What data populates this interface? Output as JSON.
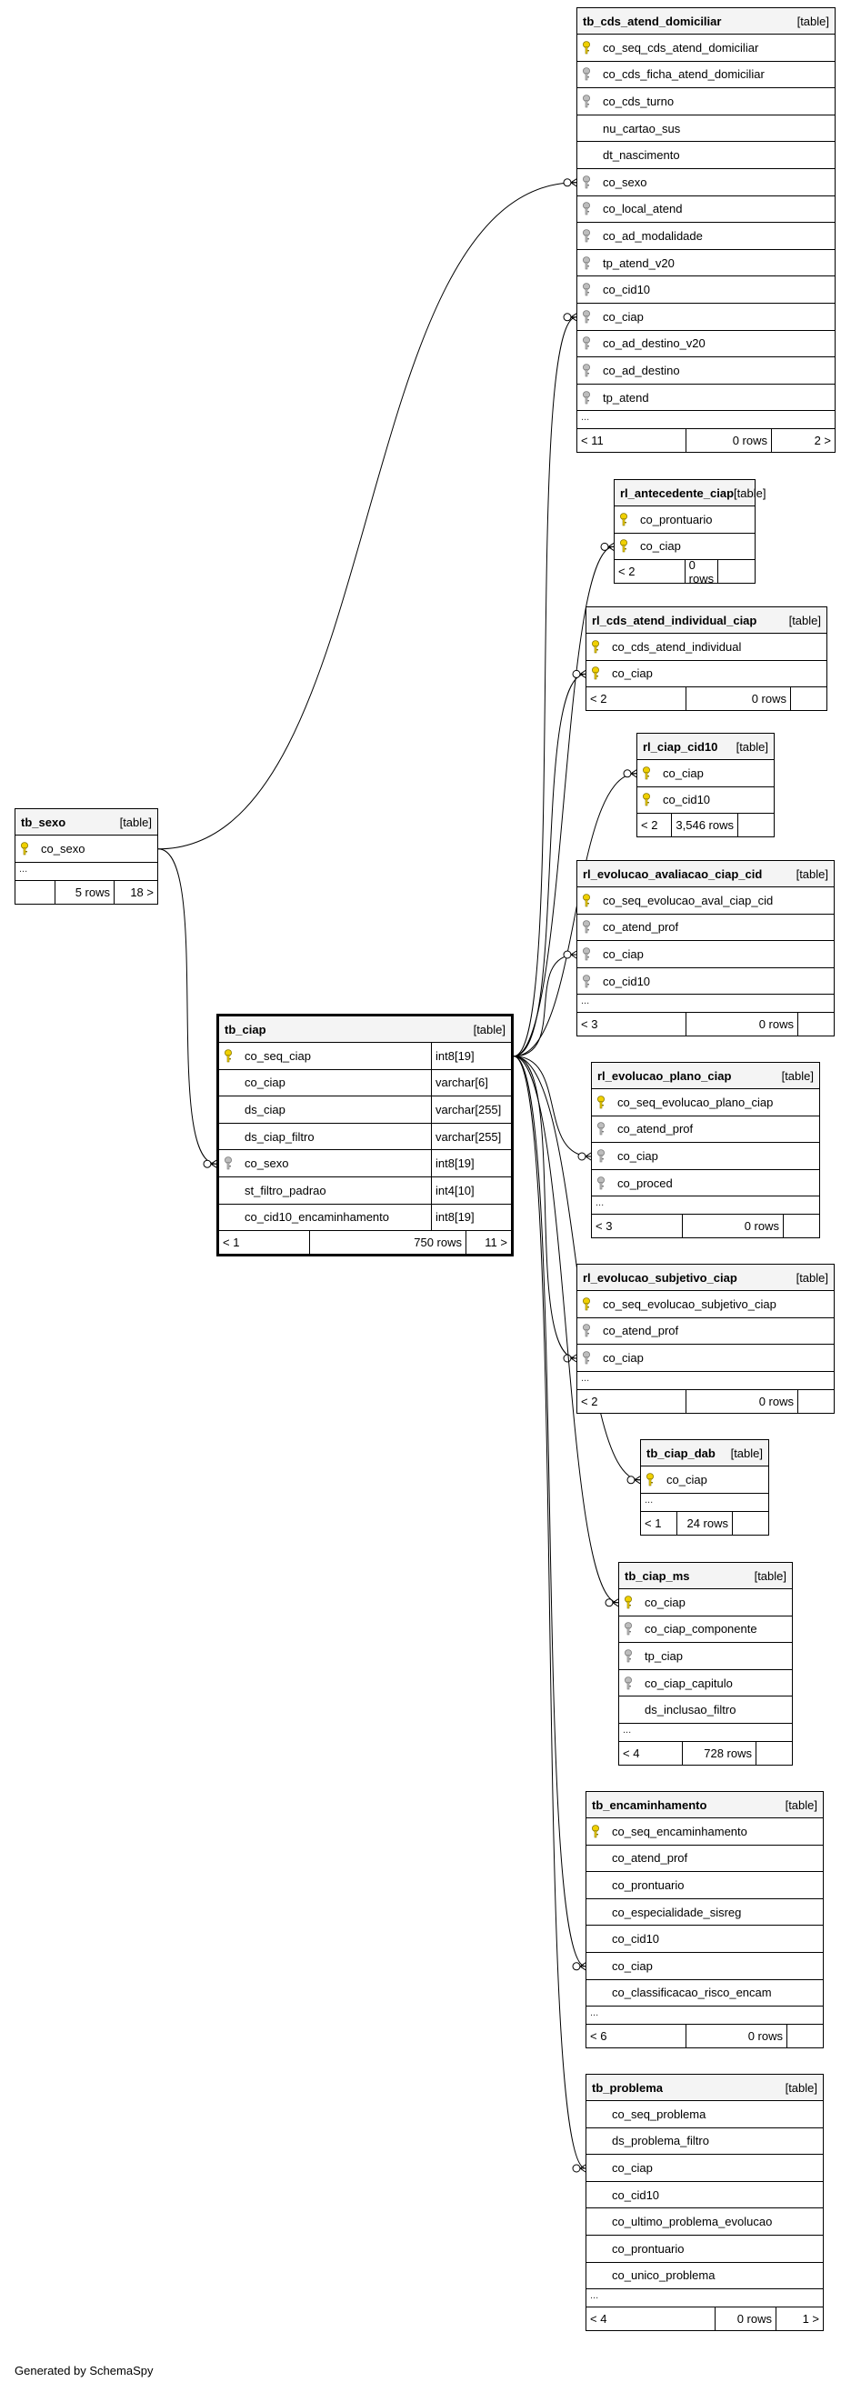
{
  "diagram": {
    "footer": "Generated by SchemaSpy"
  },
  "tables": [
    {
      "id": "tb_cds_atend_domiciliar",
      "name": "tb_cds_atend_domiciliar",
      "type_label": "[table]",
      "columns": [
        {
          "name": "co_seq_cds_atend_domiciliar",
          "key": "pk"
        },
        {
          "name": "co_cds_ficha_atend_domiciliar",
          "key": "fk"
        },
        {
          "name": "co_cds_turno",
          "key": "fk"
        },
        {
          "name": "nu_cartao_sus",
          "key": ""
        },
        {
          "name": "dt_nascimento",
          "key": ""
        },
        {
          "name": "co_sexo",
          "key": "fk"
        },
        {
          "name": "co_local_atend",
          "key": "fk"
        },
        {
          "name": "co_ad_modalidade",
          "key": "fk"
        },
        {
          "name": "tp_atend_v20",
          "key": "fk"
        },
        {
          "name": "co_cid10",
          "key": "fk"
        },
        {
          "name": "co_ciap",
          "key": "fk"
        },
        {
          "name": "co_ad_destino_v20",
          "key": "fk"
        },
        {
          "name": "co_ad_destino",
          "key": "fk"
        },
        {
          "name": "tp_atend",
          "key": "fk"
        }
      ],
      "ellipsis": "...",
      "footer": {
        "left": "< 11",
        "rows": "0 rows",
        "right": "2 >"
      }
    },
    {
      "id": "rl_antecedente_ciap",
      "name": "rl_antecedente_ciap",
      "type_label": "[table]",
      "columns": [
        {
          "name": "co_prontuario",
          "key": "pk"
        },
        {
          "name": "co_ciap",
          "key": "pk"
        }
      ],
      "ellipsis": "",
      "footer": {
        "left": "< 2",
        "rows": "0 rows",
        "right": ""
      }
    },
    {
      "id": "rl_cds_atend_individual_ciap",
      "name": "rl_cds_atend_individual_ciap",
      "type_label": "[table]",
      "columns": [
        {
          "name": "co_cds_atend_individual",
          "key": "pk"
        },
        {
          "name": "co_ciap",
          "key": "pk"
        }
      ],
      "ellipsis": "",
      "footer": {
        "left": "< 2",
        "rows": "0 rows",
        "right": ""
      }
    },
    {
      "id": "rl_ciap_cid10",
      "name": "rl_ciap_cid10",
      "type_label": "[table]",
      "columns": [
        {
          "name": "co_ciap",
          "key": "pk"
        },
        {
          "name": "co_cid10",
          "key": "pk"
        }
      ],
      "ellipsis": "",
      "footer": {
        "left": "< 2",
        "rows": "3,546 rows",
        "right": ""
      }
    },
    {
      "id": "rl_evolucao_avaliacao_ciap_cid",
      "name": "rl_evolucao_avaliacao_ciap_cid",
      "type_label": "[table]",
      "columns": [
        {
          "name": "co_seq_evolucao_aval_ciap_cid",
          "key": "pk"
        },
        {
          "name": "co_atend_prof",
          "key": "fk"
        },
        {
          "name": "co_ciap",
          "key": "fk"
        },
        {
          "name": "co_cid10",
          "key": "fk"
        }
      ],
      "ellipsis": "...",
      "footer": {
        "left": "< 3",
        "rows": "0 rows",
        "right": ""
      }
    },
    {
      "id": "rl_evolucao_plano_ciap",
      "name": "rl_evolucao_plano_ciap",
      "type_label": "[table]",
      "columns": [
        {
          "name": "co_seq_evolucao_plano_ciap",
          "key": "pk"
        },
        {
          "name": "co_atend_prof",
          "key": "fk"
        },
        {
          "name": "co_ciap",
          "key": "fk"
        },
        {
          "name": "co_proced",
          "key": "fk"
        }
      ],
      "ellipsis": "...",
      "footer": {
        "left": "< 3",
        "rows": "0 rows",
        "right": ""
      }
    },
    {
      "id": "rl_evolucao_subjetivo_ciap",
      "name": "rl_evolucao_subjetivo_ciap",
      "type_label": "[table]",
      "columns": [
        {
          "name": "co_seq_evolucao_subjetivo_ciap",
          "key": "pk"
        },
        {
          "name": "co_atend_prof",
          "key": "fk"
        },
        {
          "name": "co_ciap",
          "key": "fk"
        }
      ],
      "ellipsis": "...",
      "footer": {
        "left": "< 2",
        "rows": "0 rows",
        "right": ""
      }
    },
    {
      "id": "tb_ciap_dab",
      "name": "tb_ciap_dab",
      "type_label": "[table]",
      "columns": [
        {
          "name": "co_ciap",
          "key": "pk"
        }
      ],
      "ellipsis": "...",
      "footer": {
        "left": "< 1",
        "rows": "24 rows",
        "right": ""
      }
    },
    {
      "id": "tb_ciap_ms",
      "name": "tb_ciap_ms",
      "type_label": "[table]",
      "columns": [
        {
          "name": "co_ciap",
          "key": "pk"
        },
        {
          "name": "co_ciap_componente",
          "key": "fk"
        },
        {
          "name": "tp_ciap",
          "key": "fk"
        },
        {
          "name": "co_ciap_capitulo",
          "key": "fk"
        },
        {
          "name": "ds_inclusao_filtro",
          "key": ""
        }
      ],
      "ellipsis": "...",
      "footer": {
        "left": "< 4",
        "rows": "728 rows",
        "right": ""
      }
    },
    {
      "id": "tb_encaminhamento",
      "name": "tb_encaminhamento",
      "type_label": "[table]",
      "columns": [
        {
          "name": "co_seq_encaminhamento",
          "key": "pk"
        },
        {
          "name": "co_atend_prof",
          "key": ""
        },
        {
          "name": "co_prontuario",
          "key": ""
        },
        {
          "name": "co_especialidade_sisreg",
          "key": ""
        },
        {
          "name": "co_cid10",
          "key": ""
        },
        {
          "name": "co_ciap",
          "key": ""
        },
        {
          "name": "co_classificacao_risco_encam",
          "key": ""
        }
      ],
      "ellipsis": "...",
      "footer": {
        "left": "< 6",
        "rows": "0 rows",
        "right": ""
      }
    },
    {
      "id": "tb_problema",
      "name": "tb_problema",
      "type_label": "[table]",
      "columns": [
        {
          "name": "co_seq_problema",
          "key": ""
        },
        {
          "name": "ds_problema_filtro",
          "key": ""
        },
        {
          "name": "co_ciap",
          "key": ""
        },
        {
          "name": "co_cid10",
          "key": ""
        },
        {
          "name": "co_ultimo_problema_evolucao",
          "key": ""
        },
        {
          "name": "co_prontuario",
          "key": ""
        },
        {
          "name": "co_unico_problema",
          "key": ""
        }
      ],
      "ellipsis": "...",
      "footer": {
        "left": "< 4",
        "rows": "0 rows",
        "right": "1 >"
      }
    },
    {
      "id": "tb_sexo",
      "name": "tb_sexo",
      "type_label": "[table]",
      "columns": [
        {
          "name": "co_sexo",
          "key": "pk"
        }
      ],
      "ellipsis": "...",
      "footer": {
        "left": "",
        "rows": "5 rows",
        "right": "18 >"
      }
    },
    {
      "id": "tb_ciap",
      "name": "tb_ciap",
      "type_label": "[table]",
      "focus": true,
      "columns": [
        {
          "name": "co_seq_ciap",
          "key": "pk",
          "type": "int8[19]"
        },
        {
          "name": "co_ciap",
          "key": "",
          "type": "varchar[6]"
        },
        {
          "name": "ds_ciap",
          "key": "",
          "type": "varchar[255]"
        },
        {
          "name": "ds_ciap_filtro",
          "key": "",
          "type": "varchar[255]"
        },
        {
          "name": "co_sexo",
          "key": "fk",
          "type": "int8[19]"
        },
        {
          "name": "st_filtro_padrao",
          "key": "",
          "type": "int4[10]"
        },
        {
          "name": "co_cid10_encaminhamento",
          "key": "",
          "type": "int8[19]"
        }
      ],
      "ellipsis": "",
      "footer": {
        "left": "< 1",
        "rows": "750 rows",
        "right": "11 >"
      }
    }
  ],
  "relationships": [
    {
      "from": "tb_sexo.co_sexo",
      "to": "tb_cds_atend_domiciliar.co_sexo"
    },
    {
      "from": "tb_sexo.co_sexo",
      "to": "tb_ciap.co_sexo"
    },
    {
      "from": "tb_ciap.co_seq_ciap",
      "to": "tb_cds_atend_domiciliar.co_ciap"
    },
    {
      "from": "tb_ciap.co_seq_ciap",
      "to": "rl_antecedente_ciap.co_ciap"
    },
    {
      "from": "tb_ciap.co_seq_ciap",
      "to": "rl_cds_atend_individual_ciap.co_ciap"
    },
    {
      "from": "tb_ciap.co_seq_ciap",
      "to": "rl_ciap_cid10.co_ciap"
    },
    {
      "from": "tb_ciap.co_seq_ciap",
      "to": "rl_evolucao_avaliacao_ciap_cid.co_ciap"
    },
    {
      "from": "tb_ciap.co_seq_ciap",
      "to": "rl_evolucao_plano_ciap.co_ciap"
    },
    {
      "from": "tb_ciap.co_seq_ciap",
      "to": "rl_evolucao_subjetivo_ciap.co_ciap"
    },
    {
      "from": "tb_ciap.co_seq_ciap",
      "to": "tb_ciap_dab.co_ciap"
    },
    {
      "from": "tb_ciap.co_seq_ciap",
      "to": "tb_ciap_ms.co_ciap"
    },
    {
      "from": "tb_ciap.co_seq_ciap",
      "to": "tb_encaminhamento.co_ciap"
    },
    {
      "from": "tb_ciap.co_seq_ciap",
      "to": "tb_problema.co_ciap"
    }
  ]
}
